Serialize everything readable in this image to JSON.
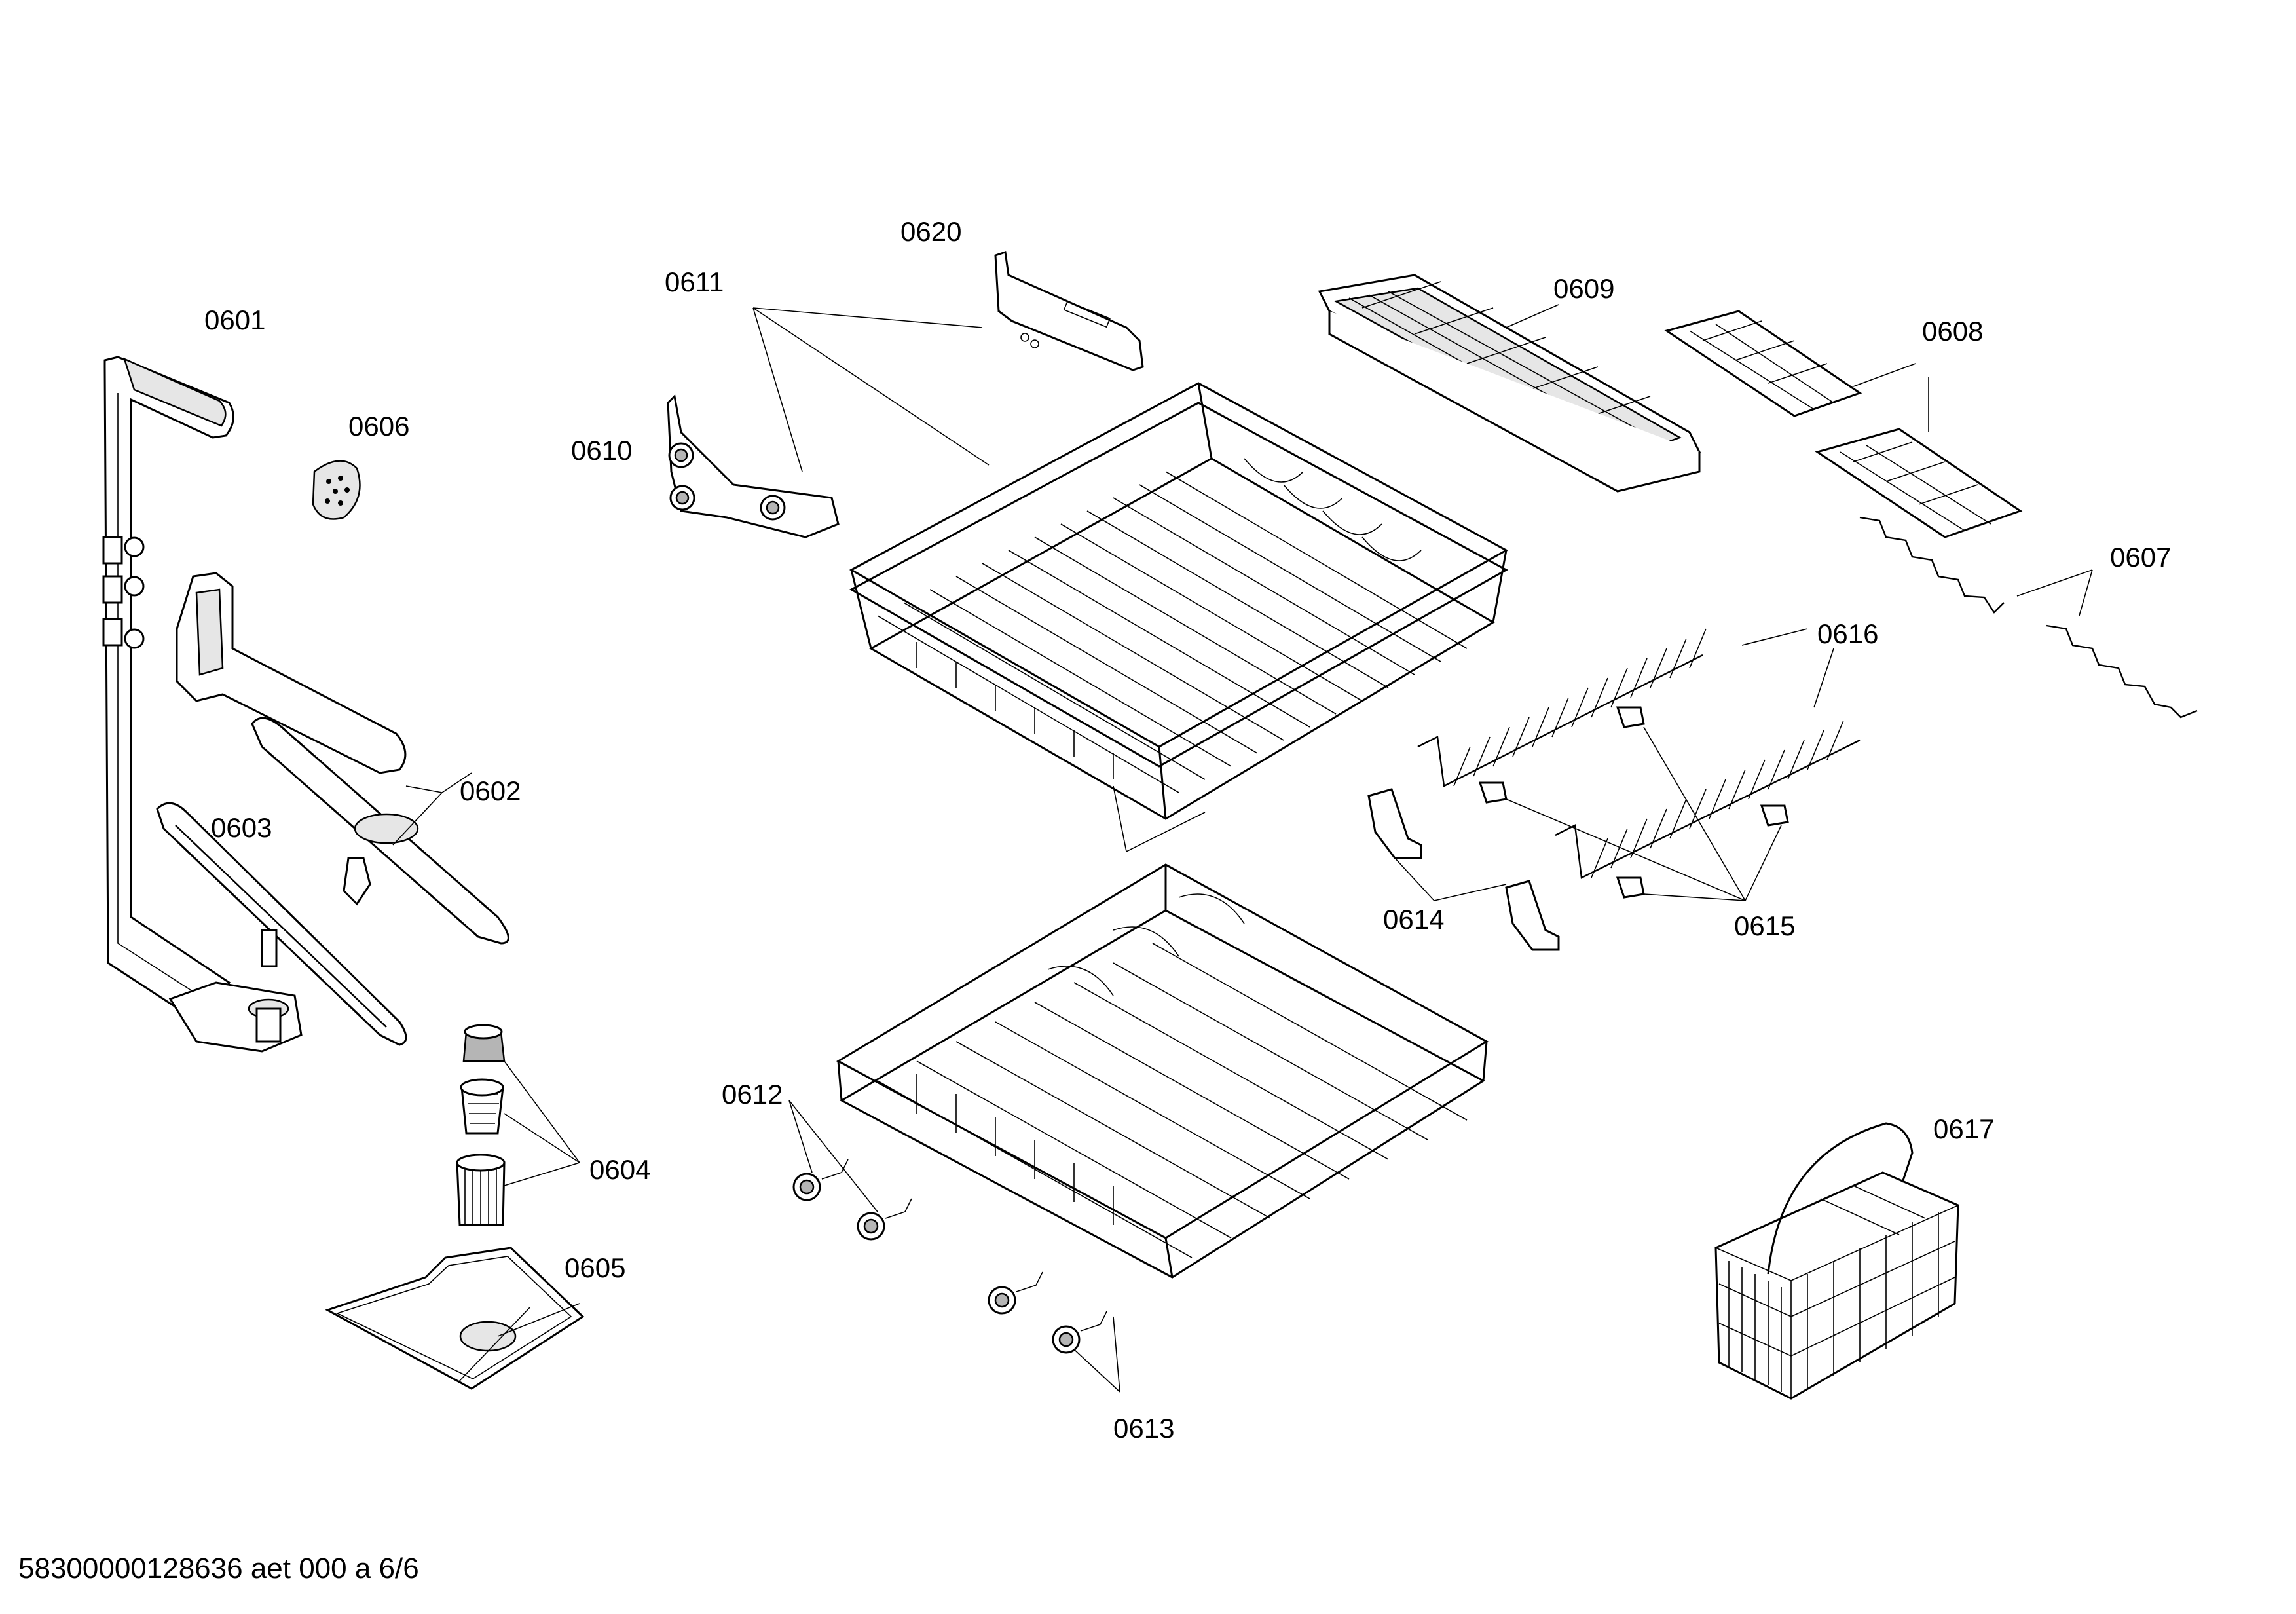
{
  "diagram": {
    "labels": {
      "p0601": "0601",
      "p0602": "0602",
      "p0603": "0603",
      "p0604": "0604",
      "p0605": "0605",
      "p0606": "0606",
      "p0607": "0607",
      "p0608": "0608",
      "p0609": "0609",
      "p0610": "0610",
      "p0611": "0611",
      "p0612": "0612",
      "p0613": "0613",
      "p0614": "0614",
      "p0615": "0615",
      "p0616": "0616",
      "p0617": "0617",
      "p0620": "0620"
    }
  },
  "footer": {
    "doc_id": "58300000128636 aet 000 a 6/6"
  }
}
